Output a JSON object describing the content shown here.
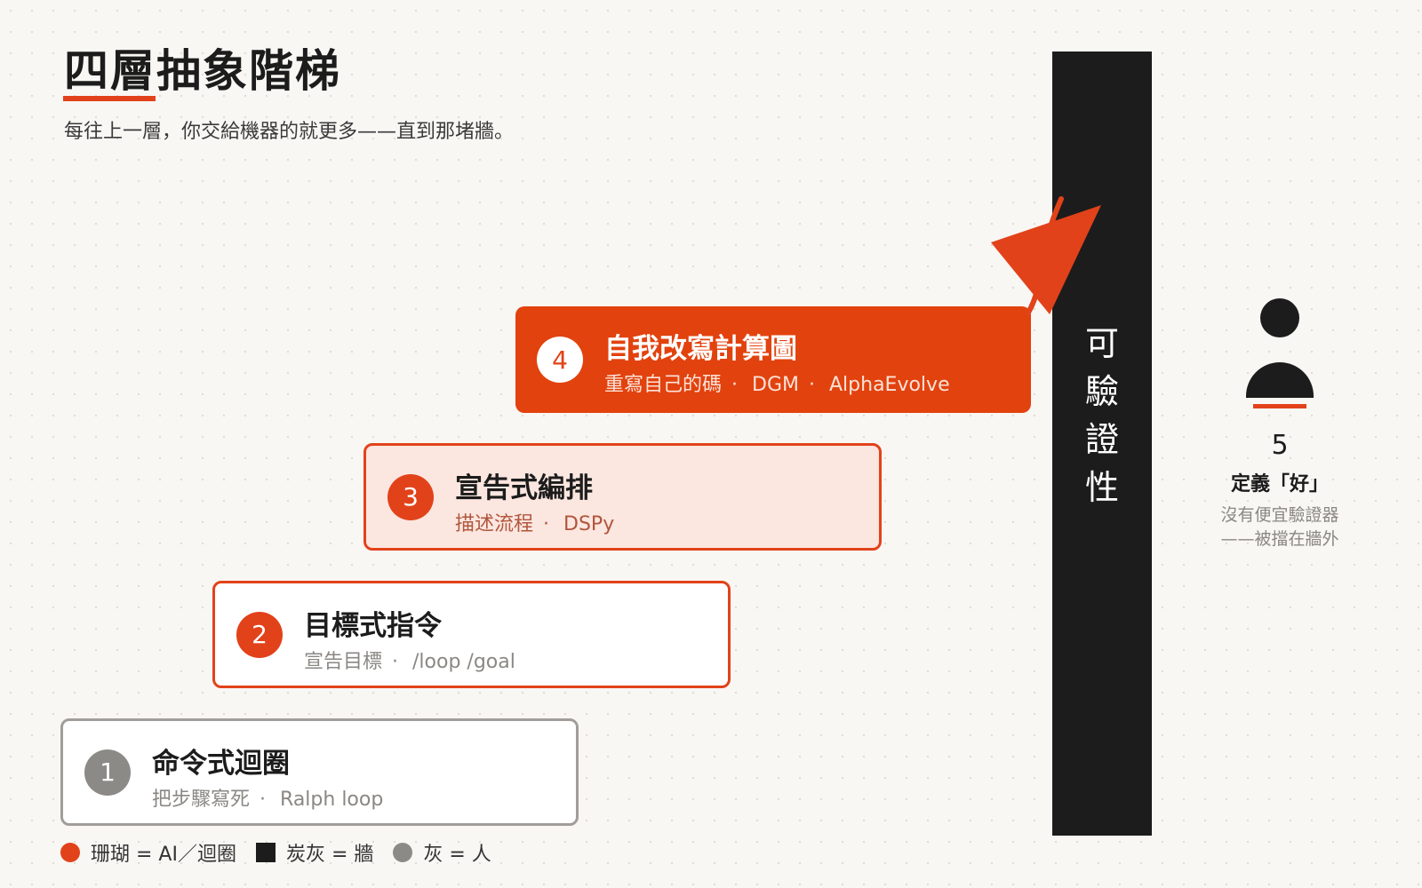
{
  "header": {
    "title": "四層抽象階梯",
    "subtitle": "每往上一層，你交給機器的就更多——直到那堵牆。"
  },
  "steps": [
    {
      "number": "1",
      "title": "命令式迴圈",
      "description": "把步驟寫死",
      "examples": [
        "Ralph loop"
      ]
    },
    {
      "number": "2",
      "title": "目標式指令",
      "description": "宣告目標",
      "examples": [
        "/loop /goal"
      ]
    },
    {
      "number": "3",
      "title": "宣告式編排",
      "description": "描述流程",
      "examples": [
        "DSPy"
      ]
    },
    {
      "number": "4",
      "title": "自我改寫計算圖",
      "description": "重寫自己的碼",
      "examples": [
        "DGM",
        "AlphaEvolve"
      ]
    }
  ],
  "separator": "·",
  "wall": {
    "chars": [
      "可",
      "驗",
      "證",
      "性"
    ]
  },
  "level5": {
    "number": "5",
    "title": "定義「好」",
    "note_line1": "沒有便宜驗證器",
    "note_line2": "——被擋在牆外",
    "icon": "person-icon"
  },
  "legend": [
    {
      "label": "珊瑚 = AI／迴圈",
      "color": "#e2421a",
      "shape": "circle"
    },
    {
      "label": "炭灰 = 牆",
      "color": "#1c1c1c",
      "shape": "square"
    },
    {
      "label": "灰 = 人",
      "color": "#8c8a87",
      "shape": "circle"
    }
  ],
  "colors": {
    "coral": "#e2421a",
    "charcoal": "#1c1c1c",
    "gray": "#8c8a87",
    "pale_coral": "#fce6e0"
  }
}
